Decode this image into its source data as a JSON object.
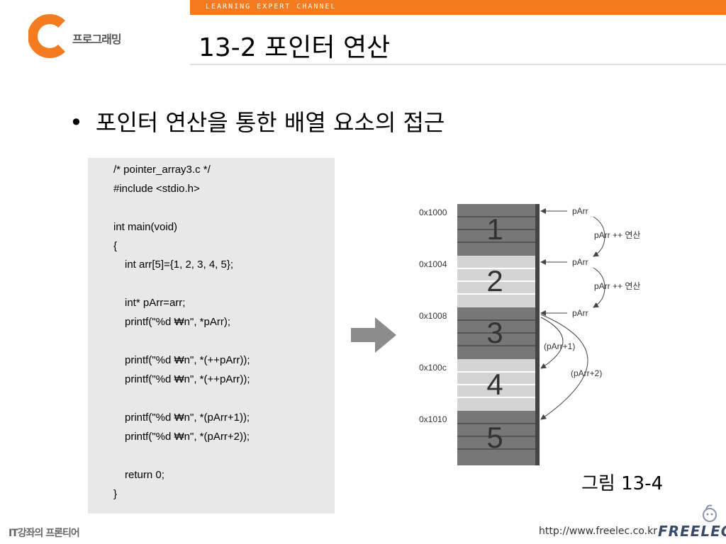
{
  "header": {
    "banner_text": "LEARNING EXPERT CHANNEL",
    "logo_letter": "C",
    "logo_text": "프로그래밍",
    "title": "13-2  포인터 연산",
    "brand_color": "#f47b20"
  },
  "content": {
    "bullet_symbol": "•",
    "bullet_text": "포인터 연산을 통한 배열 요소의 접근",
    "code_lines": [
      "/* pointer_array3.c */",
      "#include <stdio.h>",
      "",
      "int main(void)",
      "{",
      "int arr[5]={1, 2, 3, 4, 5};",
      "",
      "int* pArr=arr;",
      "printf(\"%d ₩n\", *pArr);",
      "",
      "printf(\"%d ₩n\", *(++pArr));",
      "printf(\"%d ₩n\", *(++pArr));",
      "",
      "printf(\"%d ₩n\", *(pArr+1));",
      "printf(\"%d ₩n\", *(pArr+2));",
      "",
      "return 0;",
      "}"
    ]
  },
  "diagram": {
    "addresses": [
      "0x1000",
      "0x1004",
      "0x1008",
      "0x100c",
      "0x1010"
    ],
    "values": [
      "1",
      "2",
      "3",
      "4",
      "5"
    ],
    "pointer_label": "pArr",
    "increment_label": "pArr ++ 연산",
    "offset_labels": [
      "(pArr+1)",
      "(pArr+2)"
    ],
    "caption": "그림 13-4"
  },
  "footer": {
    "left_text": "IT강좌의 프론티어",
    "url": "http://www.freelec.co.kr",
    "logo": "FREELEC"
  }
}
